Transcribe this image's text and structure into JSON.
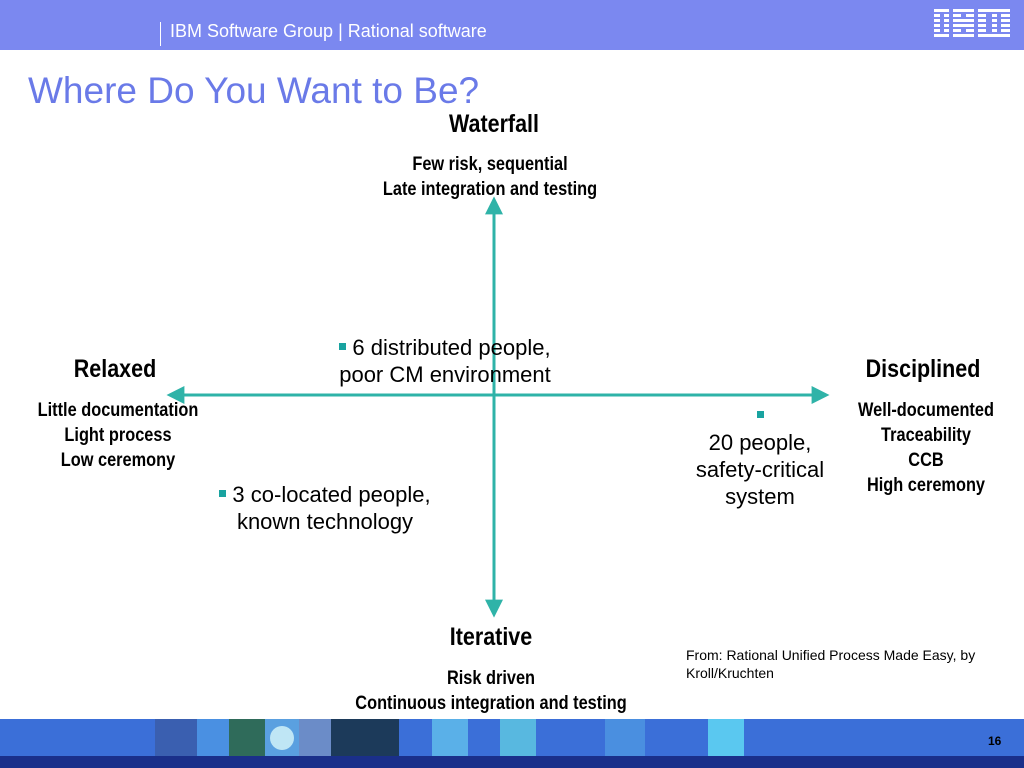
{
  "header": {
    "breadcrumb": "IBM Software Group | Rational software",
    "logo_text": "IBM"
  },
  "title": "Where Do You Want to Be?",
  "diagram": {
    "top": {
      "heading": "Waterfall",
      "line1": "Few risk, sequential",
      "line2": "Late integration and testing"
    },
    "bottom": {
      "heading": "Iterative",
      "line1": "Risk driven",
      "line2": "Continuous integration and testing"
    },
    "left": {
      "heading": "Relaxed",
      "line1": "Little documentation",
      "line2": "Light process",
      "line3": "Low ceremony"
    },
    "right": {
      "heading": "Disciplined",
      "line1": "Well-documented",
      "line2": "Traceability",
      "line3": "CCB",
      "line4": "High ceremony"
    },
    "points": {
      "p1_line1": "6 distributed people,",
      "p1_line2": "poor CM environment",
      "p2_line1": "20 people,",
      "p2_line2": "safety-critical",
      "p2_line3": "system",
      "p3_line1": "3 co-located people,",
      "p3_line2": "known technology"
    },
    "colors": {
      "axis": "#2fb3a8",
      "bullet": "#19a3a0"
    }
  },
  "source": "From: Rational Unified Process Made Easy, by Kroll/Kruchten",
  "footer": {
    "page_number": "16"
  }
}
